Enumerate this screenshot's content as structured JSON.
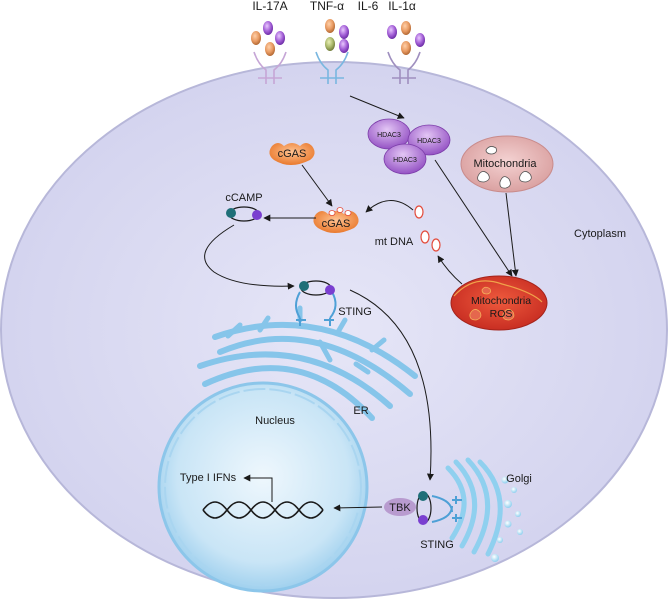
{
  "receptors": {
    "il17a": "IL-17A",
    "tnfa": "TNF-α",
    "il6": "IL-6",
    "il1a": "IL-1α"
  },
  "cytoplasm": "Cytoplasm",
  "hdac3": [
    "HDAC3",
    "HDAC3",
    "HDAC3"
  ],
  "mitochondria": "Mitochondria",
  "mito_ros": [
    "Mitochondria",
    "ROS"
  ],
  "cgas_top": "cGAS",
  "cgas_active": "cGAS",
  "ccamp": "cCAMP",
  "mtdna": "mt DNA",
  "sting_er": "STING",
  "er": "ER",
  "nucleus": "Nucleus",
  "ifn": "Type I IFNs",
  "tbk": "TBK",
  "sting_golgi": "STING",
  "golgi": "Golgi",
  "colors": {
    "cell_fill": "#dcdcf2",
    "cell_stroke": "#b9b9dc",
    "er": "#86c5ea",
    "nucleus": "#bfe0f4",
    "hdac": "#9b59c9",
    "cgas": "#f08a3c",
    "mito": "#e7b9b9",
    "mito_ros": "#d9352a",
    "receptor": "#7ab7e0",
    "teal": "#1f6f78",
    "purple": "#7a3fd0"
  }
}
